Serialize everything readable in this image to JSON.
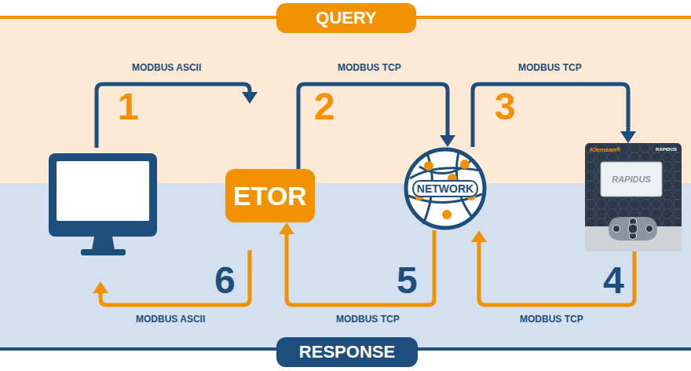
{
  "diagram": {
    "nodes": [
      {
        "text": [
          "QUERY"
        ]
      },
      {
        "text": [
          "ETOR"
        ]
      },
      {
        "text": [
          "NETWORK"
        ]
      },
      {
        "text": [
          "Klemsan®",
          "RAPIDUS",
          "RAPIDUS"
        ]
      },
      {
        "text": [
          "RESPONSE"
        ]
      }
    ],
    "edges": [
      {
        "from": 1,
        "to": 2,
        "label": "MODBUS TCP",
        "arrow": "to"
      },
      {
        "from": 2,
        "to": 3,
        "label": "MODBUS TCP",
        "arrow": "to"
      },
      {
        "from": 3,
        "to": 2,
        "label": "MODBUS TCP",
        "arrow": "to"
      },
      {
        "from": 2,
        "to": 1,
        "label": "MODBUS TCP",
        "arrow": "to"
      }
    ],
    "labels": [
      "MODBUS ASCII",
      "1",
      "2",
      "3",
      "4",
      "5",
      "6",
      "MODBUS ASCII"
    ]
  }
}
